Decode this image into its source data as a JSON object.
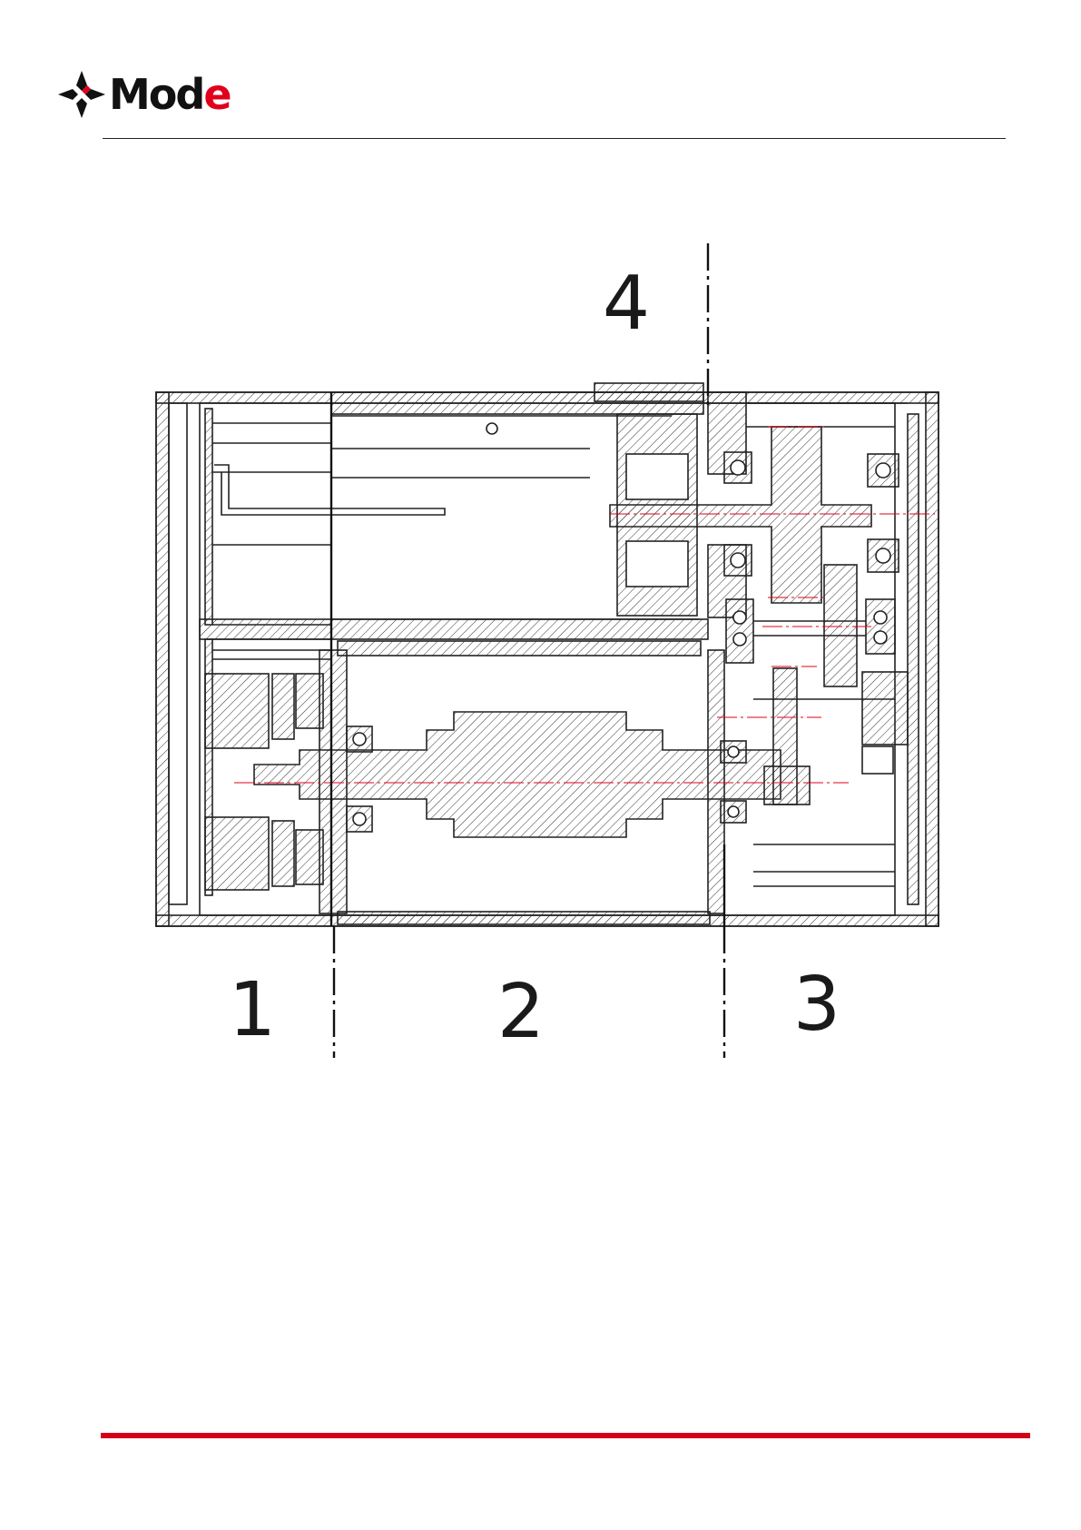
{
  "brand": {
    "logo_text_main": "Mo",
    "logo_text_mid": "d",
    "logo_text_accent": "e",
    "accent_color": "#e0001b",
    "icon": "mode-logo-mark"
  },
  "drawing": {
    "zones": [
      {
        "id": "zone-1",
        "label": "1"
      },
      {
        "id": "zone-2",
        "label": "2"
      },
      {
        "id": "zone-3",
        "label": "3"
      },
      {
        "id": "zone-4",
        "label": "4"
      }
    ],
    "centerline_color": "#e0001b",
    "line_color": "#222222"
  },
  "footer": {
    "rule_color": "#d4001a"
  }
}
